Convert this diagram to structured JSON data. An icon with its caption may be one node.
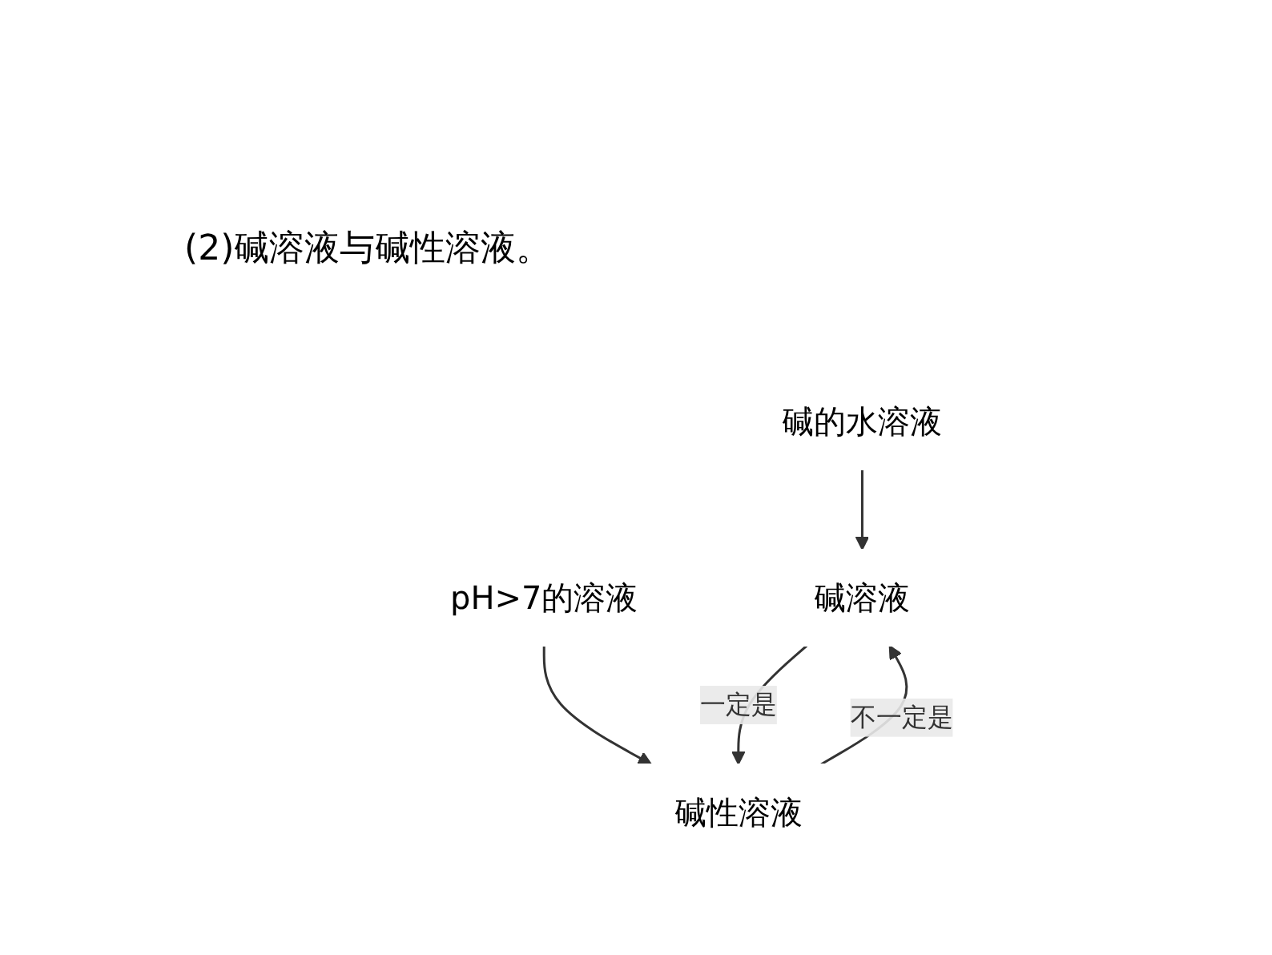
{
  "diagram": {
    "title": "(2)碱溶液与碱性溶液。",
    "nodes": [
      {
        "text": [
          "碱的水溶液"
        ]
      },
      {
        "text": [
          "pH>7的溶液"
        ]
      },
      {
        "text": [
          "碱溶液"
        ]
      },
      {
        "text": [
          "碱性溶液"
        ]
      }
    ],
    "edges": [
      {
        "from": 0,
        "to": 2,
        "arrow": "to"
      },
      {
        "from": 1,
        "to": 3,
        "arrow": "to"
      },
      {
        "from": 2,
        "to": 3,
        "arrow": "to",
        "label": "一定是"
      },
      {
        "from": 3,
        "to": 2,
        "arrow": "to",
        "label": "不一定是"
      }
    ]
  }
}
